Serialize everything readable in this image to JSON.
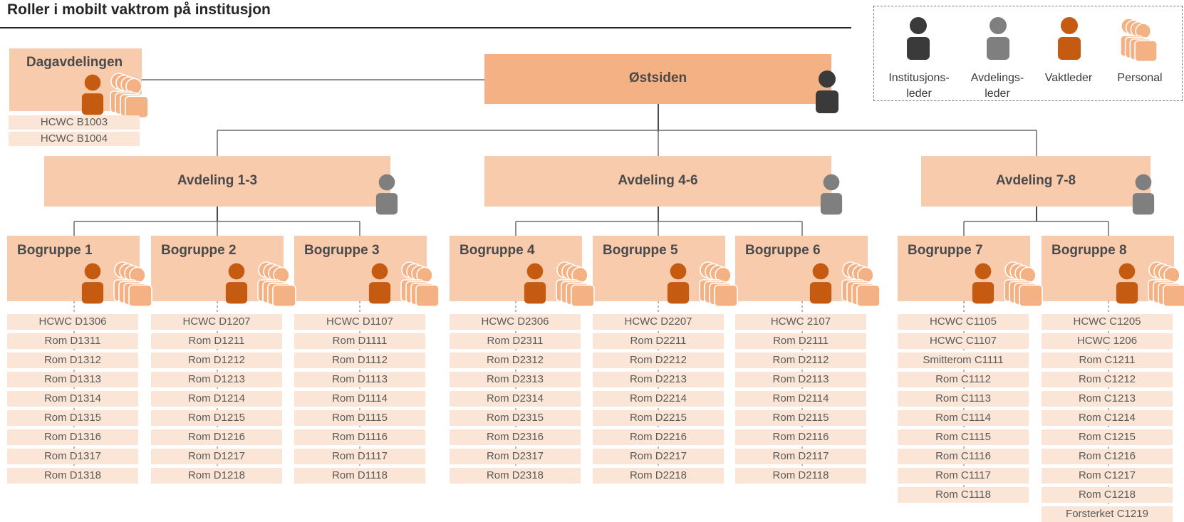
{
  "title": "Roller i mobilt vaktrom på institusjon",
  "legend": {
    "items": [
      {
        "label": "Institusjons-\nleder",
        "icon": "institution-leader-icon"
      },
      {
        "label": "Avdelings-\nleder",
        "icon": "department-leader-icon"
      },
      {
        "label": "Vaktleder",
        "icon": "shift-leader-icon"
      },
      {
        "label": "Personal",
        "icon": "staff-group-icon"
      }
    ]
  },
  "colors": {
    "institution_leader": "#3a3a3a",
    "department_leader": "#7f7f7f",
    "shift_leader": "#c55a11",
    "staff": "#f4b183",
    "box_dark": "#f4b183",
    "box_mid": "#f8cbad",
    "room": "#fbe5d6"
  },
  "root": {
    "title": "Østsiden"
  },
  "dagavdeling": {
    "title": "Dagavdelingen",
    "rooms": [
      "HCWC B1003",
      "HCWC B1004"
    ]
  },
  "departments": [
    {
      "title": "Avdeling 1-3"
    },
    {
      "title": "Avdeling 4-6"
    },
    {
      "title": "Avdeling 7-8"
    }
  ],
  "groups": [
    {
      "title": "Bogruppe 1",
      "rooms": [
        "HCWC D1306",
        "Rom D1311",
        "Rom D1312",
        "Rom D1313",
        "Rom D1314",
        "Rom D1315",
        "Rom D1316",
        "Rom D1317",
        "Rom D1318"
      ]
    },
    {
      "title": "Bogruppe 2",
      "rooms": [
        "HCWC D1207",
        "Rom D1211",
        "Rom D1212",
        "Rom D1213",
        "Rom D1214",
        "Rom D1215",
        "Rom D1216",
        "Rom D1217",
        "Rom D1218"
      ]
    },
    {
      "title": "Bogruppe 3",
      "rooms": [
        "HCWC D1107",
        "Rom D1111",
        "Rom D1112",
        "Rom D1113",
        "Rom D1114",
        "Rom D1115",
        "Rom D1116",
        "Rom D1117",
        "Rom D1118"
      ]
    },
    {
      "title": "Bogruppe 4",
      "rooms": [
        "HCWC D2306",
        "Rom D2311",
        "Rom D2312",
        "Rom D2313",
        "Rom D2314",
        "Rom D2315",
        "Rom D2316",
        "Rom D2317",
        "Rom D2318"
      ]
    },
    {
      "title": "Bogruppe 5",
      "rooms": [
        "HCWC D2207",
        "Rom D2211",
        "Rom D2212",
        "Rom D2213",
        "Rom D2214",
        "Rom D2215",
        "Rom D2216",
        "Rom D2217",
        "Rom D2218"
      ]
    },
    {
      "title": "Bogruppe 6",
      "rooms": [
        "HCWC 2107",
        "Rom D2111",
        "Rom D2112",
        "Rom D2113",
        "Rom D2114",
        "Rom D2115",
        "Rom D2116",
        "Rom D2117",
        "Rom D2118"
      ]
    },
    {
      "title": "Bogruppe 7",
      "rooms": [
        "HCWC C1105",
        "HCWC C1107",
        "Smitterom C1111",
        "Rom C1112",
        "Rom C1113",
        "Rom C1114",
        "Rom C1115",
        "Rom C1116",
        "Rom C1117",
        "Rom C1118"
      ]
    },
    {
      "title": "Bogruppe 8",
      "rooms": [
        "HCWC C1205",
        "HCWC 1206",
        "Rom C1211",
        "Rom C1212",
        "Rom C1213",
        "Rom C1214",
        "Rom C1215",
        "Rom C1216",
        "Rom C1217",
        "Rom C1218",
        "Forsterket C1219"
      ]
    }
  ]
}
